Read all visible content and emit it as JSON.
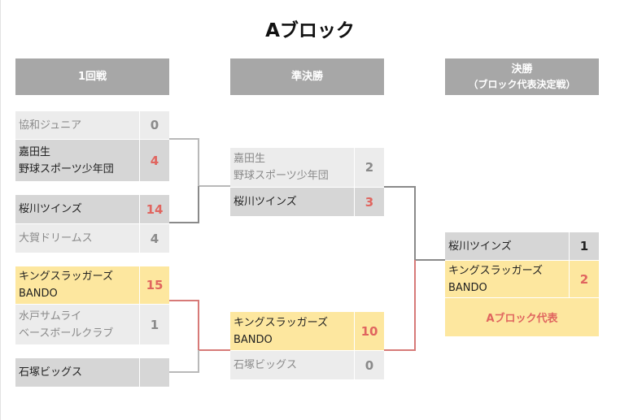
{
  "title": "Aブロック",
  "headers": {
    "round1": "1回戦",
    "semi": "準決勝",
    "final_line1": "決勝",
    "final_line2": "（ブロック代表決定戦）"
  },
  "round1": [
    {
      "name": "協和ジュニア",
      "score": "0"
    },
    {
      "name": "嘉田生\n野球スポーツ少年団",
      "score": "4"
    },
    {
      "name": "桜川ツインズ",
      "score": "14"
    },
    {
      "name": "大賀ドリームス",
      "score": "4"
    },
    {
      "name": "キングスラッガーズ\nBANDO",
      "score": "15"
    },
    {
      "name": "水戸サムライ\nベースボールクラブ",
      "score": "1"
    },
    {
      "name": "石塚ビッグス",
      "score": ""
    }
  ],
  "semi": [
    {
      "name": "嘉田生\n野球スポーツ少年団",
      "score": "2"
    },
    {
      "name": "桜川ツインズ",
      "score": "3"
    },
    {
      "name": "キングスラッガーズ\nBANDO",
      "score": "10"
    },
    {
      "name": "石塚ビッグス",
      "score": "0"
    }
  ],
  "final": [
    {
      "name": "桜川ツインズ",
      "score": "1"
    },
    {
      "name": "キングスラッガーズ\nBANDO",
      "score": "2"
    }
  ],
  "representative": "Aブロック代表",
  "colors": {
    "header_bg": "#a7a7a7",
    "loser_bg": "#ececec",
    "winner_bg": "#d6d6d6",
    "champion_bg": "#fde79f",
    "winner_score": "#e0655f",
    "line_gray": "#b9b9b9",
    "line_dark": "#8a8a8a",
    "line_red": "#d77a78"
  }
}
